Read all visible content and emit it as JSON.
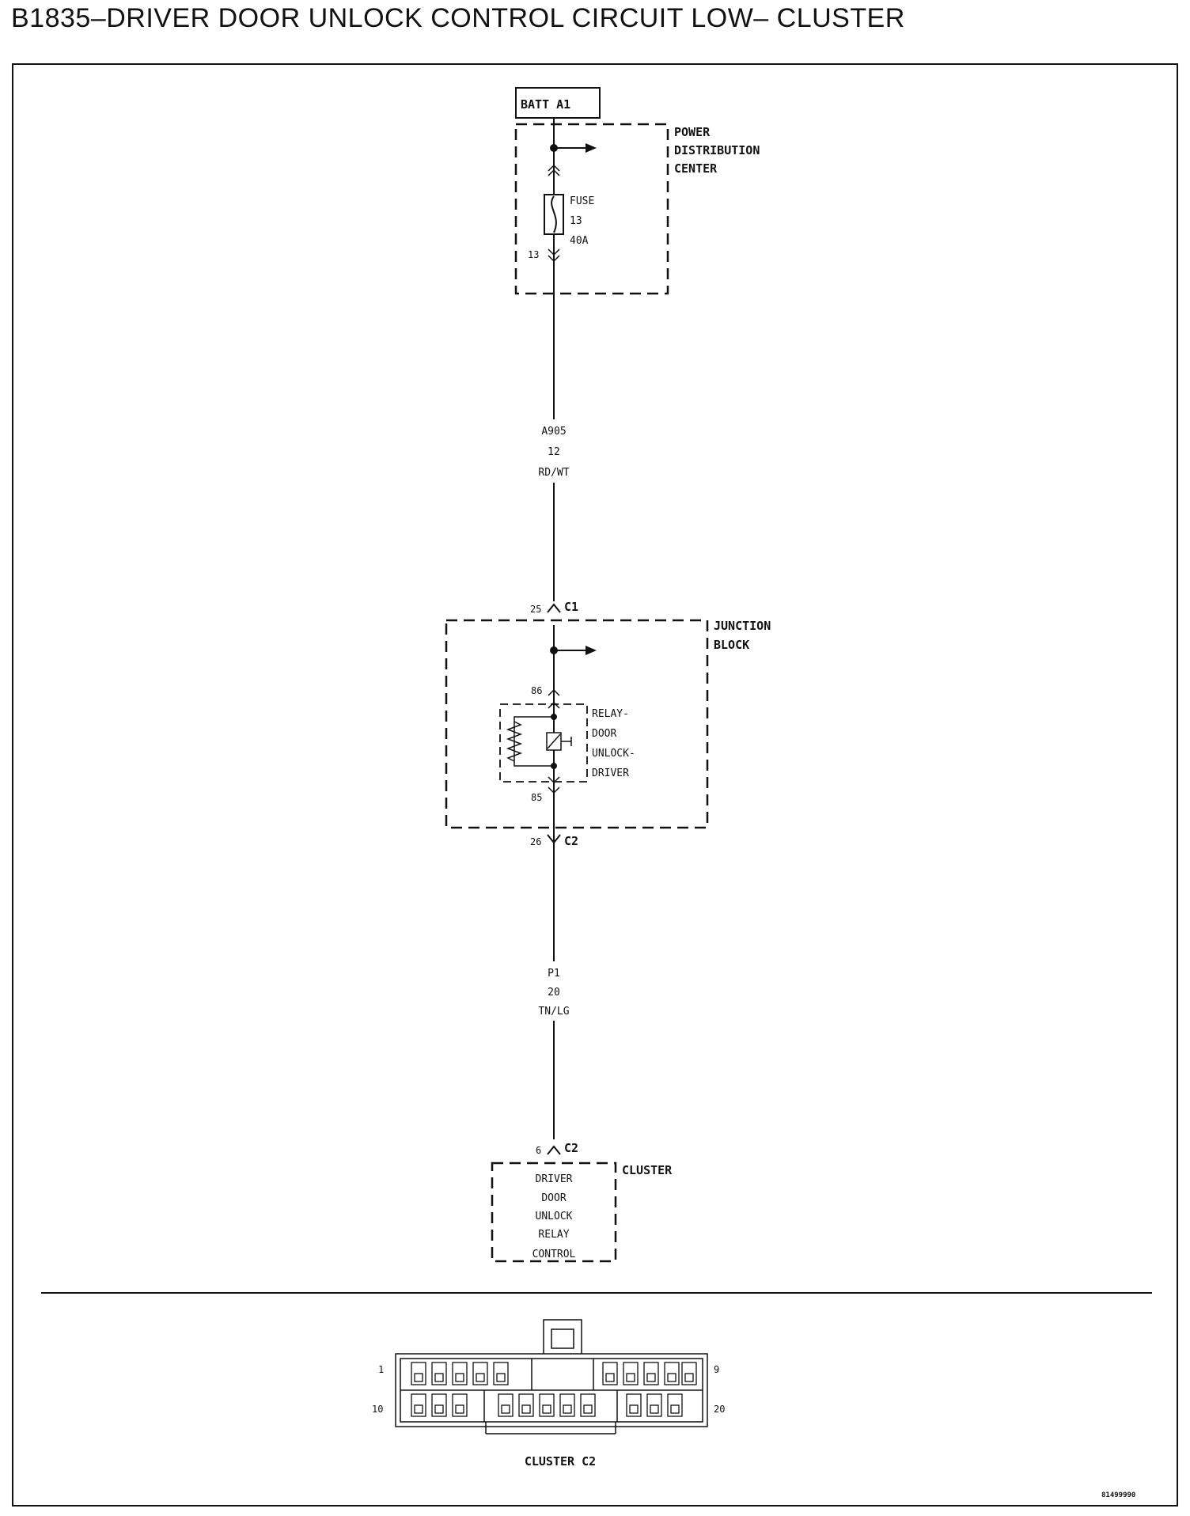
{
  "title": "B1835–DRIVER DOOR UNLOCK CONTROL CIRCUIT LOW– CLUSTER",
  "batt": "BATT A1",
  "pdc": {
    "line1": "POWER",
    "line2": "DISTRIBUTION",
    "line3": "CENTER"
  },
  "fuse": {
    "name": "FUSE",
    "number": "13",
    "rating": "40A",
    "pin": "13"
  },
  "wire1": {
    "circuit": "A905",
    "gauge": "12",
    "color": "RD/WT"
  },
  "c1": {
    "pin": "25",
    "connector": "C1"
  },
  "junction": {
    "line1": "JUNCTION",
    "line2": "BLOCK"
  },
  "relay": {
    "pin_top": "86",
    "pin_bottom": "85",
    "line1": "RELAY-",
    "line2": "DOOR",
    "line3": "UNLOCK-",
    "line4": "DRIVER"
  },
  "c2_jb": {
    "pin": "26",
    "connector": "C2"
  },
  "wire2": {
    "circuit": "P1",
    "gauge": "20",
    "color": "TN/LG"
  },
  "c2_cluster": {
    "pin": "6",
    "connector": "C2"
  },
  "cluster": {
    "name": "CLUSTER",
    "line1": "DRIVER",
    "line2": "DOOR",
    "line3": "UNLOCK",
    "line4": "RELAY",
    "line5": "CONTROL"
  },
  "connector_view": {
    "name": "CLUSTER C2",
    "pin_top_left": "1",
    "pin_top_right": "9",
    "pin_bottom_left": "10",
    "pin_bottom_right": "20"
  },
  "figure_id": "81499990"
}
